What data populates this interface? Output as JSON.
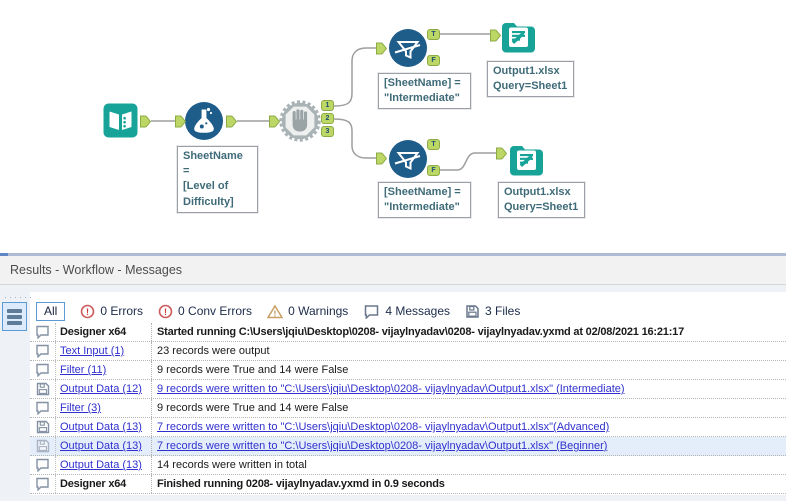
{
  "colors": {
    "brand_teal": "#17A398",
    "tool_blue": "#1E5C8A",
    "port_green": "#BCD765",
    "gear_gray": "#A9B2B5",
    "link_blue": "#3030CF",
    "error_red": "#CD3B3B",
    "warning_tan": "#C9A063",
    "selection_blue": "#5B9BD5",
    "highlight_row": "#E4EEFA"
  },
  "canvas": {
    "annotations": {
      "formula": "SheetName =\n[Level of\nDifficulty]",
      "filter_top": "[SheetName] =\n\"Intermediate\"",
      "output_top": "Output1.xlsx\nQuery=Sheet1",
      "filter_bottom": "[SheetName] =\n\"Intermediate\"",
      "output_bottom": "Output1.xlsx\nQuery=Sheet1"
    },
    "ports": {
      "block_1": "1",
      "block_2": "2",
      "block_3": "3",
      "filter_top_t": "T",
      "filter_top_f": "F",
      "filter_bottom_t": "T",
      "filter_bottom_f": "F"
    }
  },
  "results": {
    "header": "Results - Workflow - Messages",
    "toolbar": {
      "all": "All",
      "errors": "0 Errors",
      "conv_errors": "0 Conv Errors",
      "warnings": "0 Warnings",
      "messages": "4 Messages",
      "files": "3 Files"
    },
    "rows": [
      {
        "name": "Designer x64",
        "message": "Started running C:\\Users\\jqiu\\Desktop\\0208- vijaylnyadav\\0208- vijaylnyadav.yxmd at 02/08/2021 16:21:17"
      },
      {
        "name": "Text Input (1)",
        "message": "23 records were output"
      },
      {
        "name": "Filter (11)",
        "message": "9 records were True and 14 were False"
      },
      {
        "name": "Output Data (12)",
        "message": "9 records were written to \"C:\\Users\\jqiu\\Desktop\\0208- vijaylnyadav\\Output1.xlsx\" (Intermediate)"
      },
      {
        "name": "Filter (3)",
        "message": "9 records were True and 14 were False"
      },
      {
        "name": "Output Data (13)",
        "message": "7 records were written to \"C:\\Users\\jqiu\\Desktop\\0208- vijaylnyadav\\Output1.xlsx\"(Advanced)"
      },
      {
        "name": "Output Data (13)",
        "message": "7 records were written to \"C:\\Users\\jqiu\\Desktop\\0208- vijaylnyadav\\Output1.xlsx\" (Beginner)"
      },
      {
        "name": "Output Data (13)",
        "message": "14 records were written in total"
      },
      {
        "name": "Designer x64",
        "message": "Finished running 0208- vijaylnyadav.yxmd in 0.9 seconds"
      }
    ]
  }
}
